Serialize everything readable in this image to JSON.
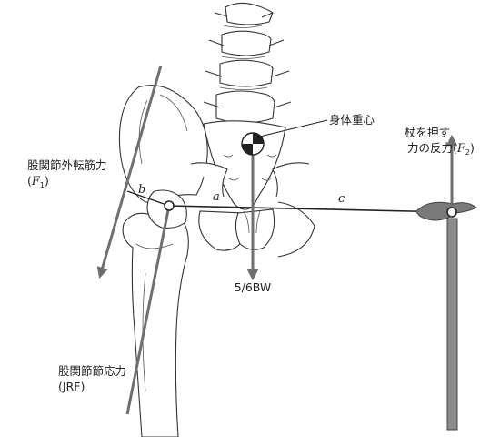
{
  "labels": {
    "body_cog": "身体重心",
    "cane_force_line1": "杖を押す",
    "cane_force_line2": "力の反力(",
    "cane_force_var": "F",
    "cane_force_sub": "2",
    "cane_force_close": ")",
    "abductor_line1": "股関節外転筋力",
    "abductor_open": "(",
    "abductor_var": "F",
    "abductor_sub": "1",
    "abductor_close": ")",
    "weight": "5/6BW",
    "jrf_line1": "股関節節応力",
    "jrf_line2": "(JRF)",
    "arm_a": "a",
    "arm_b": "b",
    "arm_c": "c"
  },
  "colors": {
    "arrow": "#6f6f6f",
    "cane": "#8a8a8a",
    "lever": "#222222"
  }
}
